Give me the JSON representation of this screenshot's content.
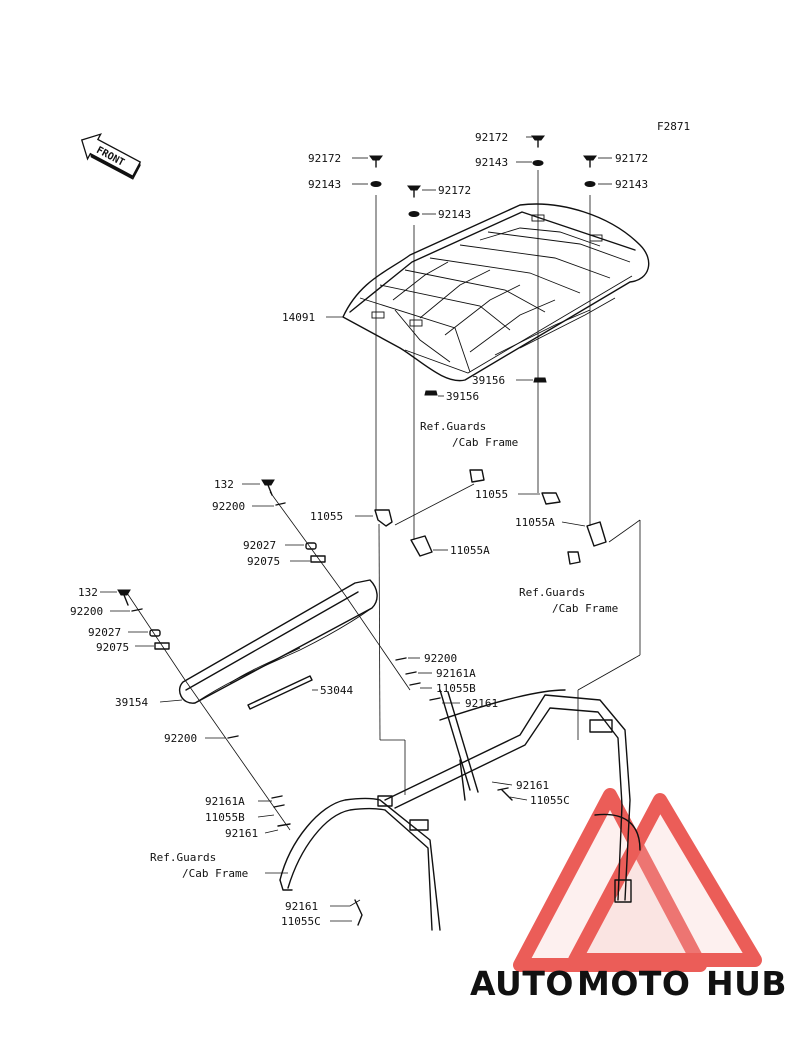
{
  "figure_code": "F2871",
  "front_label": "FRONT",
  "labels": {
    "l_92172_top": "92172",
    "l_92143_top": "92143",
    "l_92172_left": "92172",
    "l_92143_left": "92143",
    "l_92172_mid": "92172",
    "l_92143_mid": "92143",
    "l_92172_right": "92172",
    "l_92143_right": "92143",
    "l_14091": "14091",
    "l_39156_a": "39156",
    "l_39156_b": "39156",
    "l_ref1_a": "Ref.Guards",
    "l_ref1_b": "/Cab Frame",
    "l_132_a": "132",
    "l_92200_a": "92200",
    "l_11055_left": "11055",
    "l_11055_right": "11055",
    "l_11055A_right": "11055A",
    "l_11055A_mid": "11055A",
    "l_92027_a": "92027",
    "l_92075_a": "92075",
    "l_ref2_a": "Ref.Guards",
    "l_ref2_b": "/Cab Frame",
    "l_132_b": "132",
    "l_92200_b": "92200",
    "l_92027_b": "92027",
    "l_92075_b": "92075",
    "l_92200_c": "92200",
    "l_92161A_a": "92161A",
    "l_11055B_a": "11055B",
    "l_92161_a": "92161",
    "l_53044": "53044",
    "l_39154": "39154",
    "l_92200_d": "92200",
    "l_92161_b": "92161",
    "l_11055C_a": "11055C",
    "l_92161A_b": "92161A",
    "l_11055B_b": "11055B",
    "l_92161_c": "92161",
    "l_ref3_a": "Ref.Guards",
    "l_ref3_b": "/Cab Frame",
    "l_92161_d": "92161",
    "l_11055C_b": "11055C"
  },
  "watermark": {
    "part1": "AUTO",
    "part2": "MOTO",
    "part3": "HUB",
    "color1": "#f5a623",
    "color2": "#e8413c",
    "color3": "#4a4a4a"
  }
}
